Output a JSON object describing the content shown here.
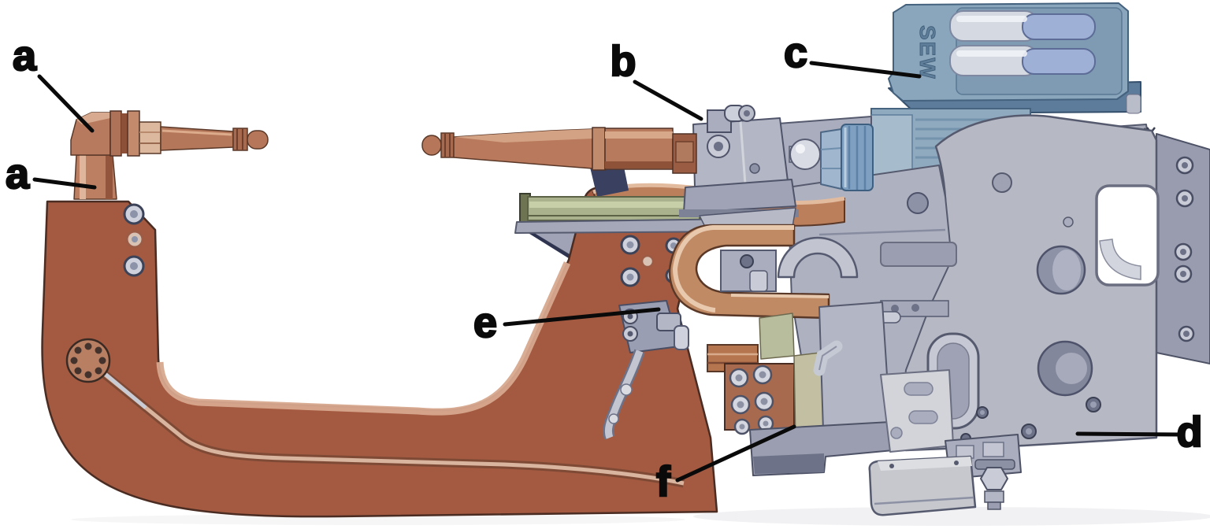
{
  "figure": {
    "background": "#ffffff",
    "kind": "cad-illustration"
  },
  "labels": [
    {
      "text": "a"
    },
    {
      "text": "a"
    },
    {
      "text": "b"
    },
    {
      "text": "c"
    },
    {
      "text": "d"
    },
    {
      "text": "e"
    },
    {
      "text": "f"
    }
  ],
  "machine": {
    "motor_brand": "SEW"
  },
  "colors": {
    "copper_arm": "#a35a41",
    "copper_light": "#c9907a",
    "copper_pale": "#dcb49c",
    "steel_gray": "#b6b8c3",
    "steel_dark": "#565a6e",
    "steel_blue_motor": "#8fa9bf",
    "gearbox_blue": "#8aa6bd",
    "rail_green": "#a9b28c",
    "label_color": "#0a0a0a"
  }
}
